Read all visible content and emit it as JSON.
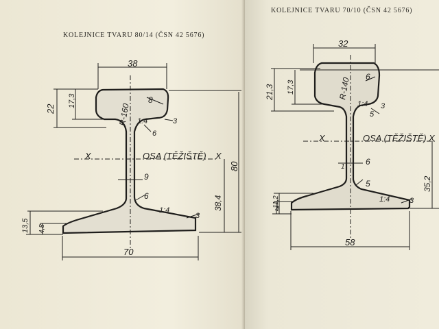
{
  "left_page": {
    "heading": "KOLEJNICE TVARU 80/14 (ČSN 42 5676)",
    "dims": {
      "head_width": "38",
      "head_height": "22",
      "head_inner": "17,3",
      "radius": "R-160",
      "head_corner": "8",
      "head_neck_radius": "6",
      "head_edge": "3",
      "head_slope": "1:4",
      "web_thickness": "9",
      "foot_fillet": "6",
      "foot_slope": "1:4",
      "foot_edge": "3",
      "height_to_axis": "38,4",
      "total_height": "80",
      "foot_total": "13,5",
      "foot_edge_height": "4,8",
      "foot_width": "70"
    },
    "axis_x_left": "X",
    "axis_label": "OSA (TĚŽIŠTĚ)",
    "axis_x_right": "X"
  },
  "right_page": {
    "heading": "KOLEJNICE TVARU 70/10 (ČSN 42 5676)",
    "dims": {
      "head_width": "32",
      "head_height": "21,3",
      "head_inner": "17,3",
      "radius": "R-140",
      "head_corner": "6",
      "head_slope": "1:4",
      "head_neck_radius": "5",
      "head_edge": "3",
      "web_thickness": "6",
      "web_mark": "1",
      "foot_fillet": "5",
      "foot_slope": "1:4",
      "foot_edge": "3",
      "height_to_axis": "35,2",
      "foot_total": "11,2",
      "foot_edge_height": "4",
      "foot_width": "58"
    },
    "axis_x_left": "X",
    "axis_label": "OSA (TĚŽIŠTĚ)",
    "axis_x_right": "X"
  }
}
